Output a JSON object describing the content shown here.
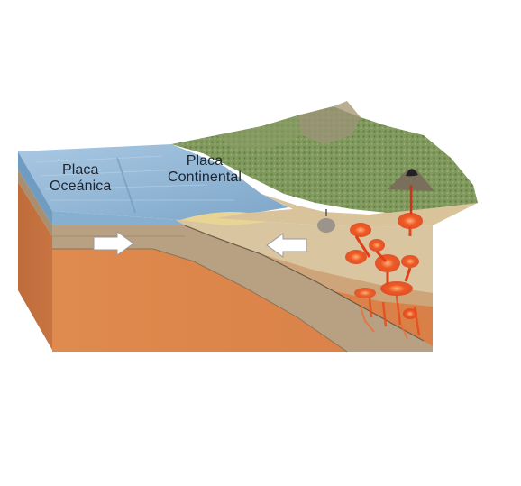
{
  "labels": {
    "oceanic_line1": "Placa",
    "oceanic_line2": "Oceánica",
    "continental_line1": "Placa",
    "continental_line2": "Continental"
  },
  "arrows": [
    {
      "name": "oceanic-plate-motion-arrow",
      "direction": "right"
    },
    {
      "name": "continental-plate-motion-arrow",
      "direction": "left"
    }
  ],
  "colors": {
    "ocean": "#8fb6d6",
    "oceanic_crust": "#b69f82",
    "continental_crust": "#d9c6a2",
    "mantle": "#d9874e",
    "magma": "#e8441a",
    "vegetation": "#7e9a5a",
    "beach": "#e6d290"
  }
}
